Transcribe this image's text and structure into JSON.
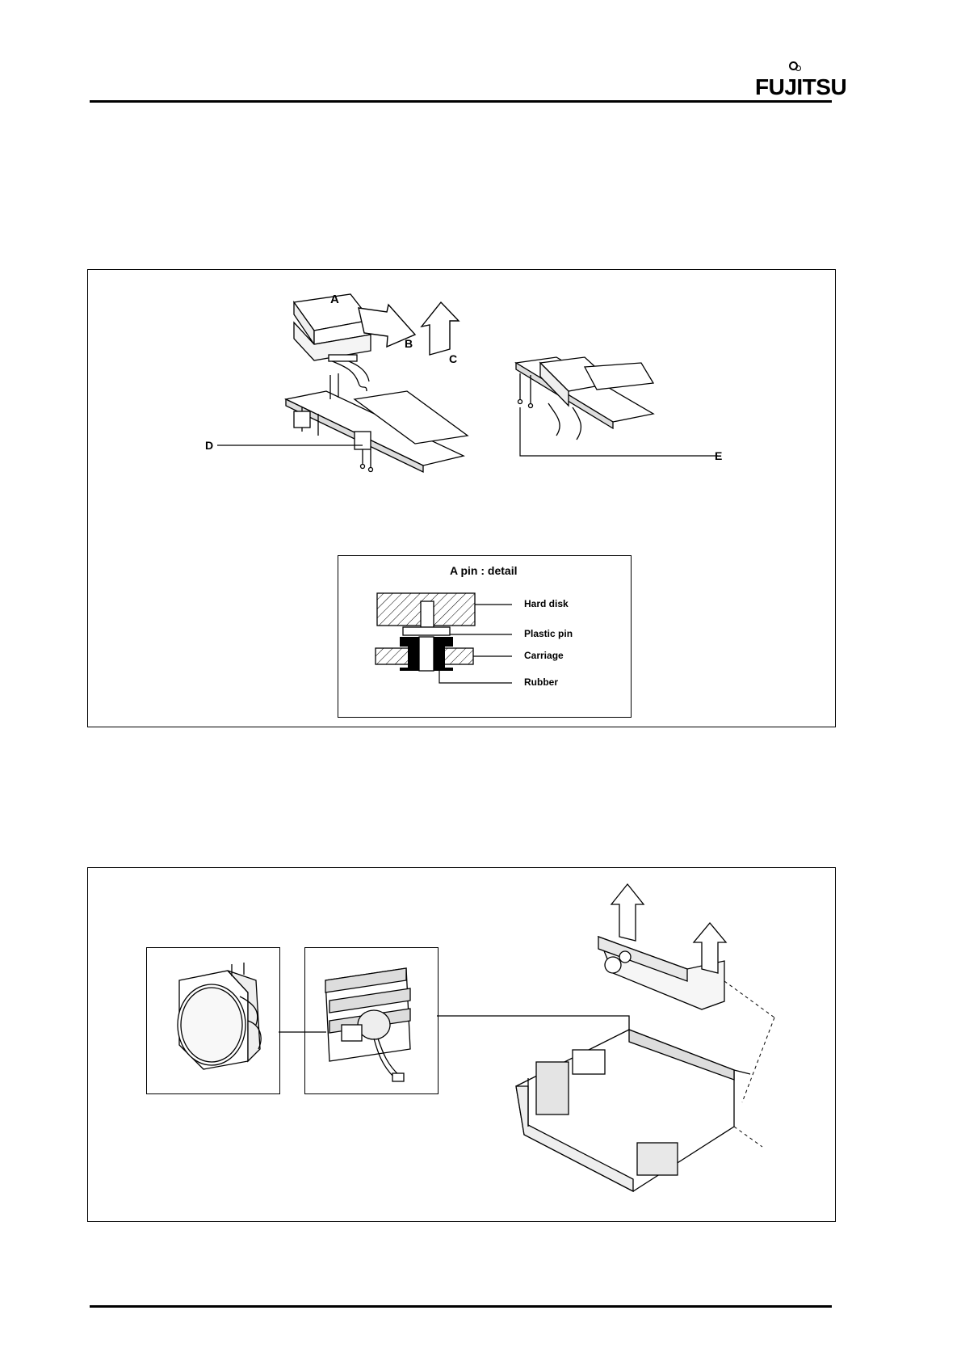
{
  "header": {
    "logo_text": "FUJITSU"
  },
  "figure1": {
    "labels": {
      "a": "A",
      "b": "B",
      "c": "C",
      "d": "D",
      "e": "E"
    },
    "detail": {
      "title": "A pin : detail",
      "hard_disk": "Hard disk",
      "plastic_pin": "Plastic pin",
      "carriage": "Carriage",
      "rubber": "Rubber"
    }
  },
  "icons": {
    "logo": "fujitsu-logo",
    "arrows": "arrow-icon"
  }
}
